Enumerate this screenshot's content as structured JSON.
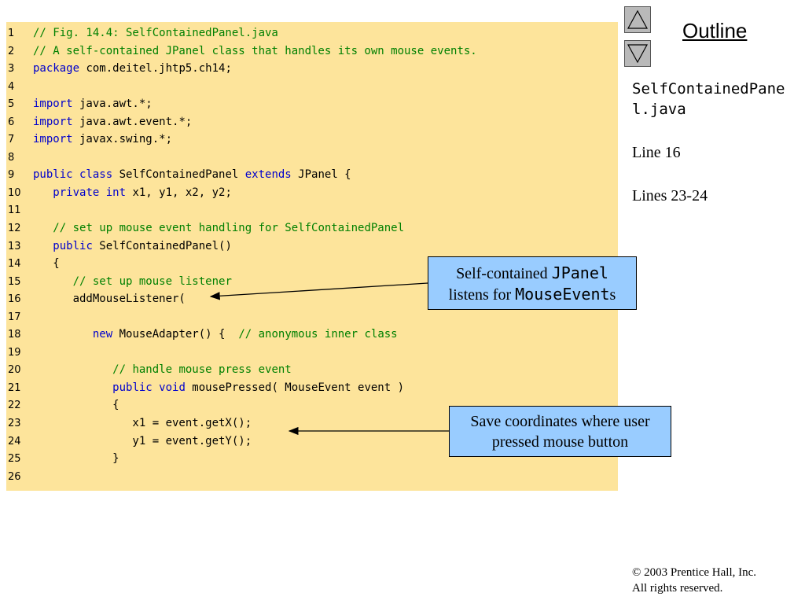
{
  "code_lines": [
    {
      "num": "1",
      "tokens": [
        {
          "t": "// Fig. 14.4: SelfContainedPanel.java",
          "c": "cm"
        }
      ]
    },
    {
      "num": "2",
      "tokens": [
        {
          "t": "// A self-contained JPanel class that handles its own mouse events.",
          "c": "cm"
        }
      ]
    },
    {
      "num": "3",
      "tokens": [
        {
          "t": "package",
          "c": "kw"
        },
        {
          "t": " com.deitel.jhtp5.ch14;",
          "c": "tx"
        }
      ]
    },
    {
      "num": "4",
      "tokens": []
    },
    {
      "num": "5",
      "tokens": [
        {
          "t": "import",
          "c": "kw"
        },
        {
          "t": " java.awt.*;",
          "c": "tx"
        }
      ]
    },
    {
      "num": "6",
      "tokens": [
        {
          "t": "import",
          "c": "kw"
        },
        {
          "t": " java.awt.event.*;",
          "c": "tx"
        }
      ]
    },
    {
      "num": "7",
      "tokens": [
        {
          "t": "import",
          "c": "kw"
        },
        {
          "t": " javax.swing.*;",
          "c": "tx"
        }
      ]
    },
    {
      "num": "8",
      "tokens": []
    },
    {
      "num": "9",
      "tokens": [
        {
          "t": "public class",
          "c": "kw"
        },
        {
          "t": " SelfContainedPanel ",
          "c": "tx"
        },
        {
          "t": "extends",
          "c": "kw"
        },
        {
          "t": " JPanel {",
          "c": "tx"
        }
      ]
    },
    {
      "num": "10",
      "tokens": [
        {
          "t": "   ",
          "c": "tx"
        },
        {
          "t": "private int",
          "c": "kw"
        },
        {
          "t": " x1, y1, x2, y2;",
          "c": "tx"
        }
      ]
    },
    {
      "num": "11",
      "tokens": []
    },
    {
      "num": "12",
      "tokens": [
        {
          "t": "   ",
          "c": "tx"
        },
        {
          "t": "// set up mouse event handling for SelfContainedPanel",
          "c": "cm"
        }
      ]
    },
    {
      "num": "13",
      "tokens": [
        {
          "t": "   ",
          "c": "tx"
        },
        {
          "t": "public",
          "c": "kw"
        },
        {
          "t": " SelfContainedPanel()",
          "c": "tx"
        }
      ]
    },
    {
      "num": "14",
      "tokens": [
        {
          "t": "   {",
          "c": "tx"
        }
      ]
    },
    {
      "num": "15",
      "tokens": [
        {
          "t": "      ",
          "c": "tx"
        },
        {
          "t": "// set up mouse listener",
          "c": "cm"
        }
      ]
    },
    {
      "num": "16",
      "tokens": [
        {
          "t": "      addMouseListener(",
          "c": "tx"
        }
      ]
    },
    {
      "num": "17",
      "tokens": []
    },
    {
      "num": "18",
      "tokens": [
        {
          "t": "         ",
          "c": "tx"
        },
        {
          "t": "new",
          "c": "kw"
        },
        {
          "t": " MouseAdapter() {  ",
          "c": "tx"
        },
        {
          "t": "// anonymous inner class",
          "c": "cm"
        }
      ]
    },
    {
      "num": "19",
      "tokens": []
    },
    {
      "num": "20",
      "tokens": [
        {
          "t": "            ",
          "c": "tx"
        },
        {
          "t": "// handle mouse press event",
          "c": "cm"
        }
      ]
    },
    {
      "num": "21",
      "tokens": [
        {
          "t": "            ",
          "c": "tx"
        },
        {
          "t": "public void",
          "c": "kw"
        },
        {
          "t": " mousePressed( MouseEvent event )",
          "c": "tx"
        }
      ]
    },
    {
      "num": "22",
      "tokens": [
        {
          "t": "            {",
          "c": "tx"
        }
      ]
    },
    {
      "num": "23",
      "tokens": [
        {
          "t": "               x1 = event.getX();",
          "c": "tx"
        }
      ]
    },
    {
      "num": "24",
      "tokens": [
        {
          "t": "               y1 = event.getY();",
          "c": "tx"
        }
      ]
    },
    {
      "num": "25",
      "tokens": [
        {
          "t": "            }",
          "c": "tx"
        }
      ]
    },
    {
      "num": "26",
      "tokens": []
    }
  ],
  "sidebar": {
    "outline_label": "Outline",
    "file_name": "SelfContainedPanel.java",
    "line_ref_1": "Line 16",
    "line_ref_2": "Lines 23-24"
  },
  "callouts": {
    "first": {
      "prefix": "Self-contained ",
      "code1": "JPanel",
      "middle": "listens for ",
      "code2": "MouseEvent",
      "suffix": "s"
    },
    "second": {
      "text": "Save coordinates where user pressed mouse button"
    }
  },
  "footer": {
    "copyright_symbol": "©",
    "copyright": " 2003 Prentice Hall, Inc.",
    "rights": "All rights reserved."
  },
  "icons": {
    "prev": "triangle-up-icon",
    "next": "triangle-down-icon"
  },
  "colors": {
    "code_background": "#fde49b",
    "keyword": "#0000cc",
    "comment": "#008000",
    "callout_background": "#99ccff"
  }
}
